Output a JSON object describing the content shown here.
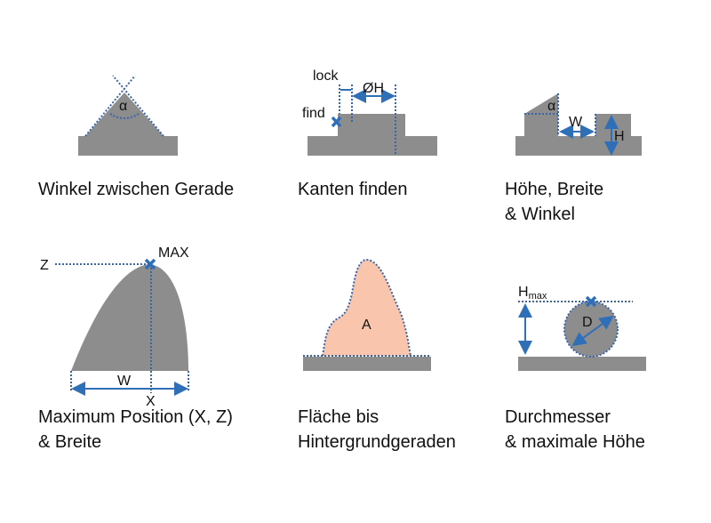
{
  "colors": {
    "shape": "#8d8d8d",
    "line": "#2f6fb8",
    "area": "#f9c6ad"
  },
  "panels": {
    "angle": {
      "caption": "Winkel zwischen Gerade",
      "alpha": "α"
    },
    "edges": {
      "caption": "Kanten finden",
      "lock": "lock",
      "find": "find",
      "dia": "ØH"
    },
    "hwa": {
      "caption1": "Höhe, Breite",
      "caption2": "& Winkel",
      "alpha": "α",
      "w": "W",
      "h": "H"
    },
    "maxpos": {
      "caption1": "Maximum Position (X, Z)",
      "caption2": "& Breite",
      "z": "Z",
      "max": "MAX",
      "w": "W",
      "x": "X"
    },
    "area": {
      "caption1": "Fläche bis",
      "caption2": "Hintergrundgeraden",
      "a": "A"
    },
    "diameter": {
      "caption1": "Durchmesser",
      "caption2": "& maximale Höhe",
      "h": "H",
      "hsub": "max",
      "d": "D"
    }
  }
}
